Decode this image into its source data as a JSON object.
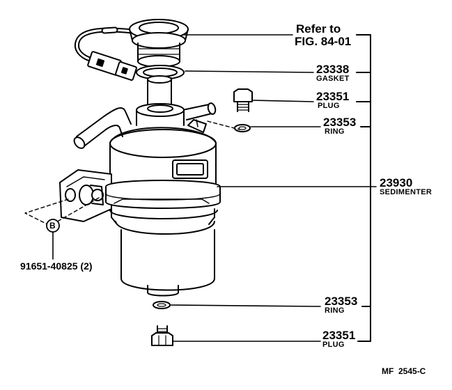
{
  "refer": {
    "line1": "Refer to",
    "line2": "FIG. 84-01"
  },
  "parts": {
    "gasket": {
      "number": "23338",
      "name": "GASKET"
    },
    "plug_top": {
      "number": "23351",
      "name": "PLUG"
    },
    "ring_top": {
      "number": "23353",
      "name": "RING"
    },
    "sedimenter": {
      "number": "23930",
      "name": "SEDIMENTER"
    },
    "ring_bottom": {
      "number": "23353",
      "name": "RING"
    },
    "plug_bottom": {
      "number": "23351",
      "name": "PLUG"
    }
  },
  "bolt": {
    "marker": "B",
    "number": "91651-40825 (2)"
  },
  "figure_code": "MF  2545-C"
}
